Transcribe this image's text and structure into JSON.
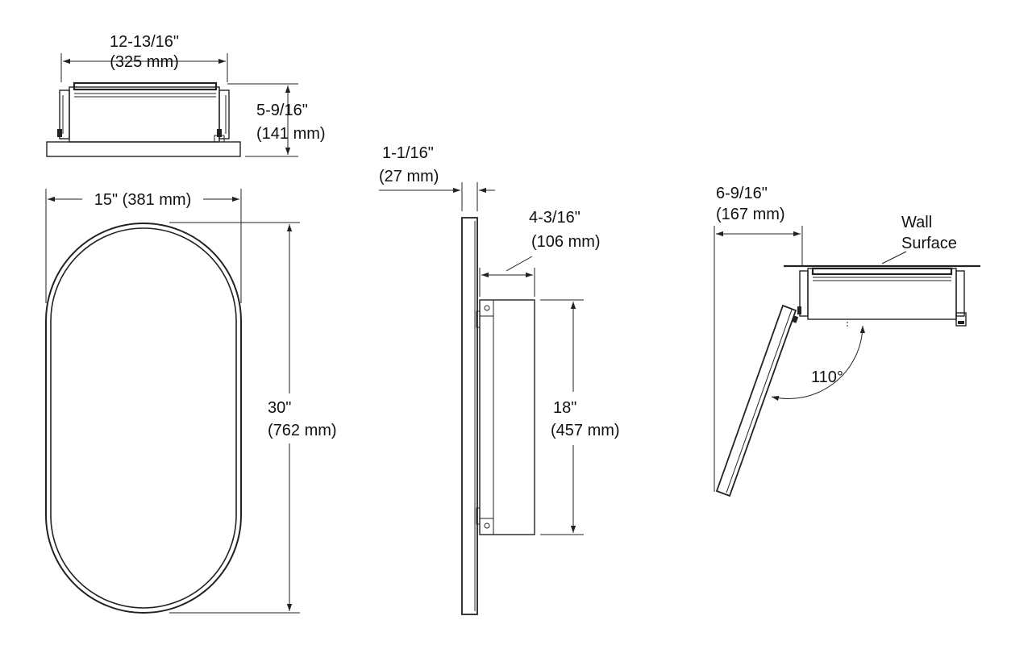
{
  "top_view": {
    "width_in": "12-13/16\"",
    "width_mm": "(325 mm)",
    "depth_in": "5-9/16\"",
    "depth_mm": "(141 mm)"
  },
  "front_view": {
    "width_label": "15\" (381 mm)",
    "height_in": "30\"",
    "height_mm": "(762 mm)"
  },
  "side_view": {
    "frame_in": "1-1/16\"",
    "frame_mm": "(27 mm)",
    "box_depth_in": "4-3/16\"",
    "box_depth_mm": "(106 mm)",
    "box_height_in": "18\"",
    "box_height_mm": "(457 mm)"
  },
  "open_view": {
    "projection_in": "6-9/16\"",
    "projection_mm": "(167 mm)",
    "wall_label_1": "Wall",
    "wall_label_2": "Surface",
    "angle": "110°"
  }
}
